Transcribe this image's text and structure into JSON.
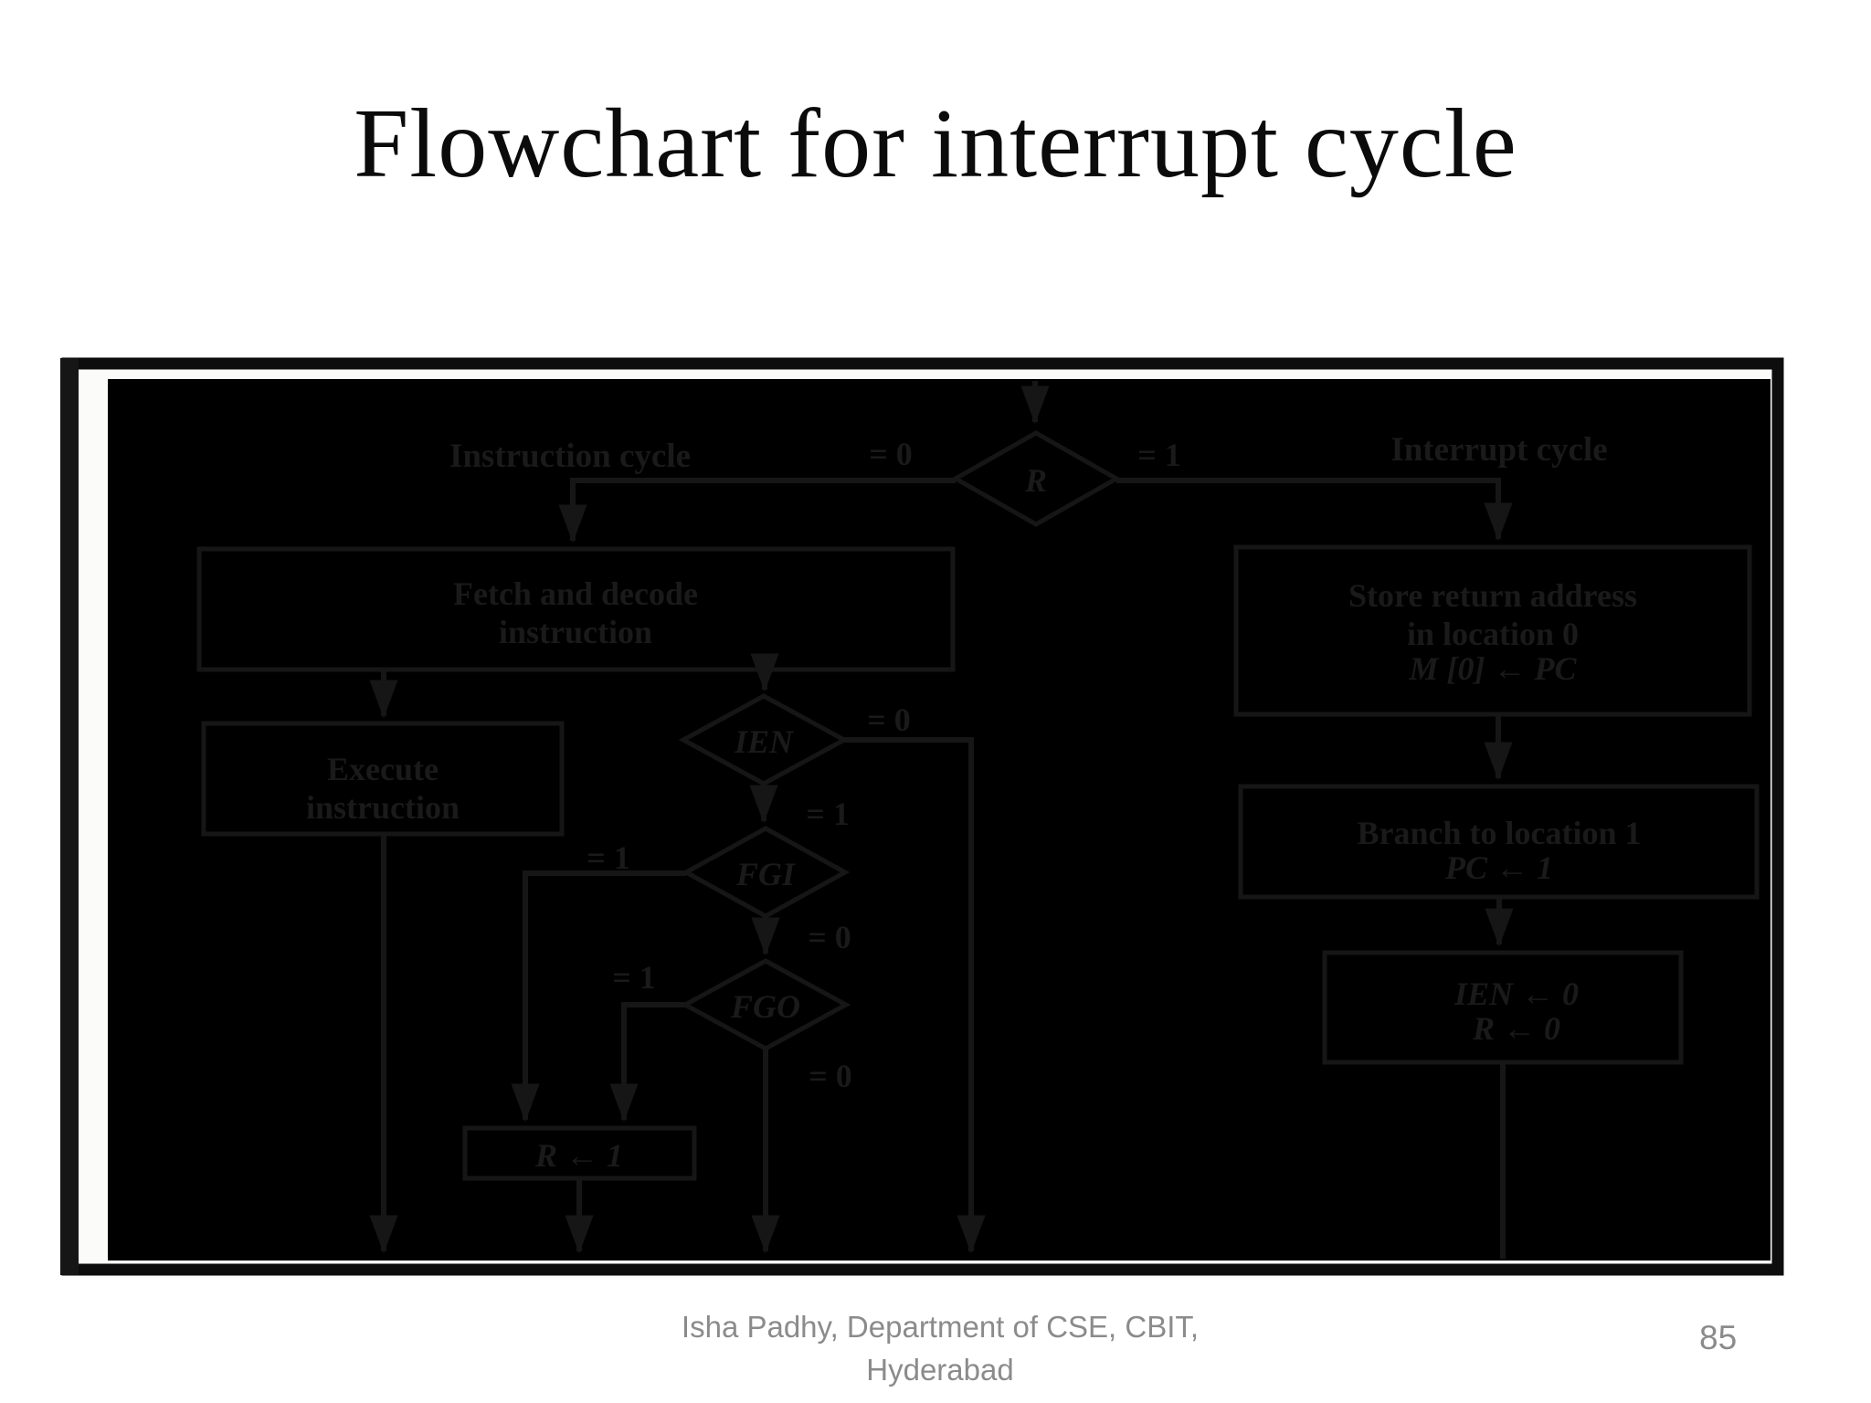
{
  "slide": {
    "title": "Flowchart for interrupt cycle",
    "footer_line1": "Isha Padhy, Department of CSE, CBIT,",
    "footer_line2": "Hyderabad",
    "page_number": "85"
  },
  "flowchart": {
    "instruction_cycle_label": "Instruction cycle",
    "interrupt_cycle_label": "Interrupt cycle",
    "r_decision": {
      "label": "R",
      "eq0": "= 0",
      "eq1": "= 1"
    },
    "fetch_box": {
      "line1": "Fetch and decode",
      "line2": "instruction"
    },
    "execute_box": {
      "line1": "Execute",
      "line2": "instruction"
    },
    "ien_decision": {
      "label": "IEN",
      "eq0": "= 0",
      "eq1": "= 1"
    },
    "fgi_decision": {
      "label": "FGI",
      "eq1": "= 1",
      "eq0": "= 0"
    },
    "fgo_decision": {
      "label": "FGO",
      "eq1": "= 1",
      "eq0": "= 0"
    },
    "r_set_box": {
      "text": "R ← 1"
    },
    "store_box": {
      "line1": "Store return address",
      "line2": "in location 0",
      "line3": "M [0] ← PC"
    },
    "branch_box": {
      "line1": "Branch to location 1",
      "line2": "PC ← 1"
    },
    "ien_clear_box": {
      "line1": "IEN ← 0",
      "line2": "R ← 0"
    }
  }
}
